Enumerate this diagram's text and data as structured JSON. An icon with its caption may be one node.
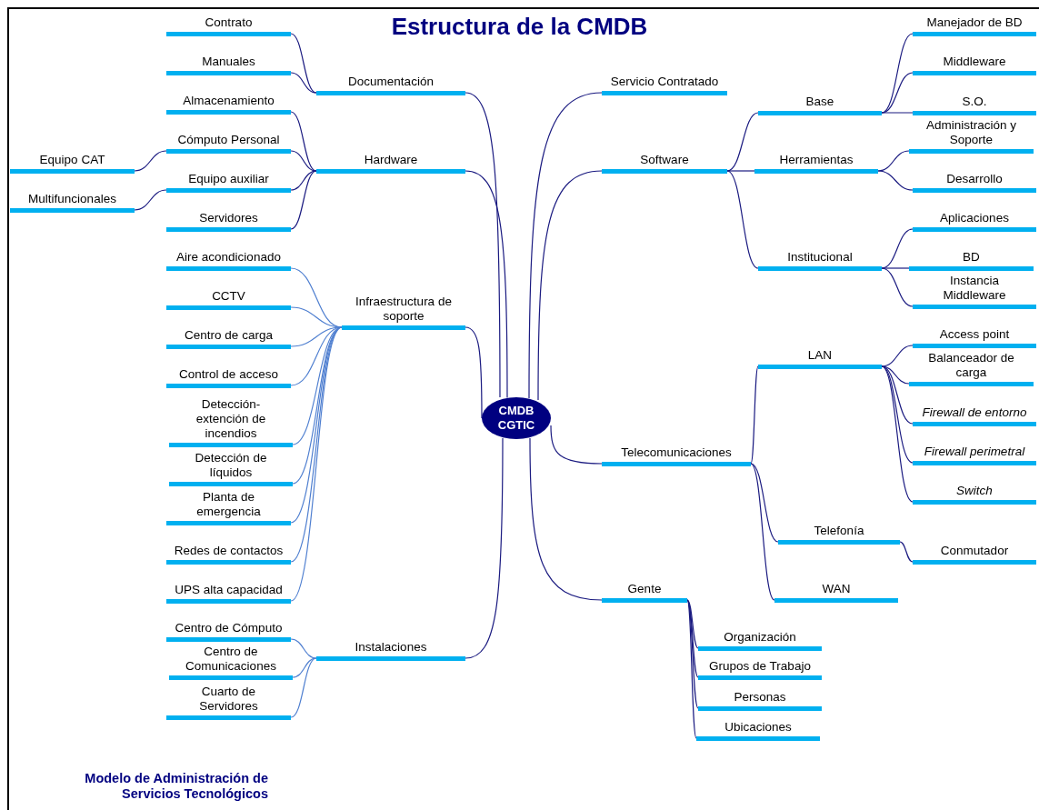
{
  "diagram": {
    "title": "Estructura de la CMDB",
    "nodes": [
      {
        "text": [
          "CMDB CGTIC"
        ]
      },
      {
        "text": [
          "Documentación"
        ]
      },
      {
        "text": [
          "Contrato"
        ]
      },
      {
        "text": [
          "Manuales"
        ]
      },
      {
        "text": [
          "Hardware"
        ]
      },
      {
        "text": [
          "Almacenamiento"
        ]
      },
      {
        "text": [
          "Cómputo Personal"
        ]
      },
      {
        "text": [
          "Equipo CAT"
        ]
      },
      {
        "text": [
          "Equipo auxiliar"
        ]
      },
      {
        "text": [
          "Multifuncionales"
        ]
      },
      {
        "text": [
          "Servidores"
        ]
      },
      {
        "text": [
          "Infraestructura de soporte"
        ]
      },
      {
        "text": [
          "Aire acondicionado"
        ]
      },
      {
        "text": [
          "CCTV"
        ]
      },
      {
        "text": [
          "Centro de carga"
        ]
      },
      {
        "text": [
          "Control de acceso"
        ]
      },
      {
        "text": [
          "Detección-extención de incendios"
        ]
      },
      {
        "text": [
          "Detección de líquidos"
        ]
      },
      {
        "text": [
          "Planta de emergencia"
        ]
      },
      {
        "text": [
          "Redes de contactos"
        ]
      },
      {
        "text": [
          "UPS alta capacidad"
        ]
      },
      {
        "text": [
          "Instalaciones"
        ]
      },
      {
        "text": [
          "Centro de Cómputo"
        ]
      },
      {
        "text": [
          "Centro de Comunicaciones"
        ]
      },
      {
        "text": [
          "Cuarto de Servidores"
        ]
      },
      {
        "text": [
          "Servicio Contratado"
        ]
      },
      {
        "text": [
          "Software"
        ]
      },
      {
        "text": [
          "Base"
        ]
      },
      {
        "text": [
          "Manejador de BD"
        ]
      },
      {
        "text": [
          "Middleware"
        ]
      },
      {
        "text": [
          "S.O."
        ]
      },
      {
        "text": [
          "Herramientas"
        ]
      },
      {
        "text": [
          "Administración y Soporte"
        ]
      },
      {
        "text": [
          "Desarrollo"
        ]
      },
      {
        "text": [
          "Institucional"
        ]
      },
      {
        "text": [
          "Aplicaciones"
        ]
      },
      {
        "text": [
          "BD"
        ]
      },
      {
        "text": [
          "Instancia Middleware"
        ]
      },
      {
        "text": [
          "Telecomunicaciones"
        ]
      },
      {
        "text": [
          "LAN"
        ]
      },
      {
        "text": [
          "Access point"
        ]
      },
      {
        "text": [
          "Balanceador de carga"
        ]
      },
      {
        "text": [
          "Firewall de entorno"
        ]
      },
      {
        "text": [
          "Firewall perimetral"
        ]
      },
      {
        "text": [
          "Switch"
        ]
      },
      {
        "text": [
          "Telefonía"
        ]
      },
      {
        "text": [
          "Conmutador"
        ]
      },
      {
        "text": [
          "WAN"
        ]
      },
      {
        "text": [
          "Gente"
        ]
      },
      {
        "text": [
          "Organización"
        ]
      },
      {
        "text": [
          "Grupos de Trabajo"
        ]
      },
      {
        "text": [
          "Personas"
        ]
      },
      {
        "text": [
          "Ubicaciones"
        ]
      }
    ],
    "edges": [
      {
        "from": 0,
        "to": 1,
        "arrow": "none"
      },
      {
        "from": 0,
        "to": 4,
        "arrow": "none"
      },
      {
        "from": 0,
        "to": 11,
        "arrow": "none"
      },
      {
        "from": 0,
        "to": 21,
        "arrow": "none"
      },
      {
        "from": 0,
        "to": 25,
        "arrow": "none"
      },
      {
        "from": 0,
        "to": 26,
        "arrow": "none"
      },
      {
        "from": 0,
        "to": 38,
        "arrow": "none"
      },
      {
        "from": 0,
        "to": 48,
        "arrow": "none"
      },
      {
        "from": 1,
        "to": 2,
        "arrow": "none"
      },
      {
        "from": 1,
        "to": 3,
        "arrow": "none"
      },
      {
        "from": 4,
        "to": 5,
        "arrow": "none"
      },
      {
        "from": 4,
        "to": 6,
        "arrow": "none"
      },
      {
        "from": 4,
        "to": 8,
        "arrow": "none"
      },
      {
        "from": 4,
        "to": 10,
        "arrow": "none"
      },
      {
        "from": 6,
        "to": 7,
        "arrow": "none"
      },
      {
        "from": 8,
        "to": 9,
        "arrow": "none"
      },
      {
        "from": 11,
        "to": 12,
        "arrow": "none",
        "color": "#4f7fd0"
      },
      {
        "from": 11,
        "to": 13,
        "arrow": "none",
        "color": "#4f7fd0"
      },
      {
        "from": 11,
        "to": 14,
        "arrow": "none",
        "color": "#4f7fd0"
      },
      {
        "from": 11,
        "to": 15,
        "arrow": "none",
        "color": "#4f7fd0"
      },
      {
        "from": 11,
        "to": 16,
        "arrow": "none",
        "color": "#4f7fd0"
      },
      {
        "from": 11,
        "to": 17,
        "arrow": "none",
        "color": "#4f7fd0"
      },
      {
        "from": 11,
        "to": 18,
        "arrow": "none",
        "color": "#4f7fd0"
      },
      {
        "from": 11,
        "to": 19,
        "arrow": "none",
        "color": "#4f7fd0"
      },
      {
        "from": 11,
        "to": 20,
        "arrow": "none",
        "color": "#4f7fd0"
      },
      {
        "from": 21,
        "to": 22,
        "arrow": "none",
        "color": "#4f7fd0"
      },
      {
        "from": 21,
        "to": 23,
        "arrow": "none",
        "color": "#4f7fd0"
      },
      {
        "from": 21,
        "to": 24,
        "arrow": "none",
        "color": "#4f7fd0"
      },
      {
        "from": 26,
        "to": 27,
        "arrow": "none"
      },
      {
        "from": 26,
        "to": 31,
        "arrow": "none"
      },
      {
        "from": 26,
        "to": 34,
        "arrow": "none"
      },
      {
        "from": 27,
        "to": 28,
        "arrow": "none"
      },
      {
        "from": 27,
        "to": 29,
        "arrow": "none"
      },
      {
        "from": 27,
        "to": 30,
        "arrow": "none"
      },
      {
        "from": 31,
        "to": 32,
        "arrow": "none"
      },
      {
        "from": 31,
        "to": 33,
        "arrow": "none"
      },
      {
        "from": 34,
        "to": 35,
        "arrow": "none"
      },
      {
        "from": 34,
        "to": 36,
        "arrow": "none"
      },
      {
        "from": 34,
        "to": 37,
        "arrow": "none"
      },
      {
        "from": 38,
        "to": 39,
        "arrow": "none"
      },
      {
        "from": 38,
        "to": 45,
        "arrow": "none"
      },
      {
        "from": 38,
        "to": 47,
        "arrow": "none"
      },
      {
        "from": 39,
        "to": 40,
        "arrow": "none"
      },
      {
        "from": 39,
        "to": 41,
        "arrow": "none"
      },
      {
        "from": 39,
        "to": 42,
        "arrow": "none"
      },
      {
        "from": 39,
        "to": 43,
        "arrow": "none"
      },
      {
        "from": 39,
        "to": 44,
        "arrow": "none"
      },
      {
        "from": 45,
        "to": 46,
        "arrow": "none"
      },
      {
        "from": 48,
        "to": 49,
        "arrow": "none"
      },
      {
        "from": 48,
        "to": 50,
        "arrow": "none"
      },
      {
        "from": 48,
        "to": 51,
        "arrow": "none"
      },
      {
        "from": 48,
        "to": 52,
        "arrow": "none"
      }
    ],
    "labels": [
      "Modelo de Administración de Servicios Tecnológicos"
    ]
  }
}
